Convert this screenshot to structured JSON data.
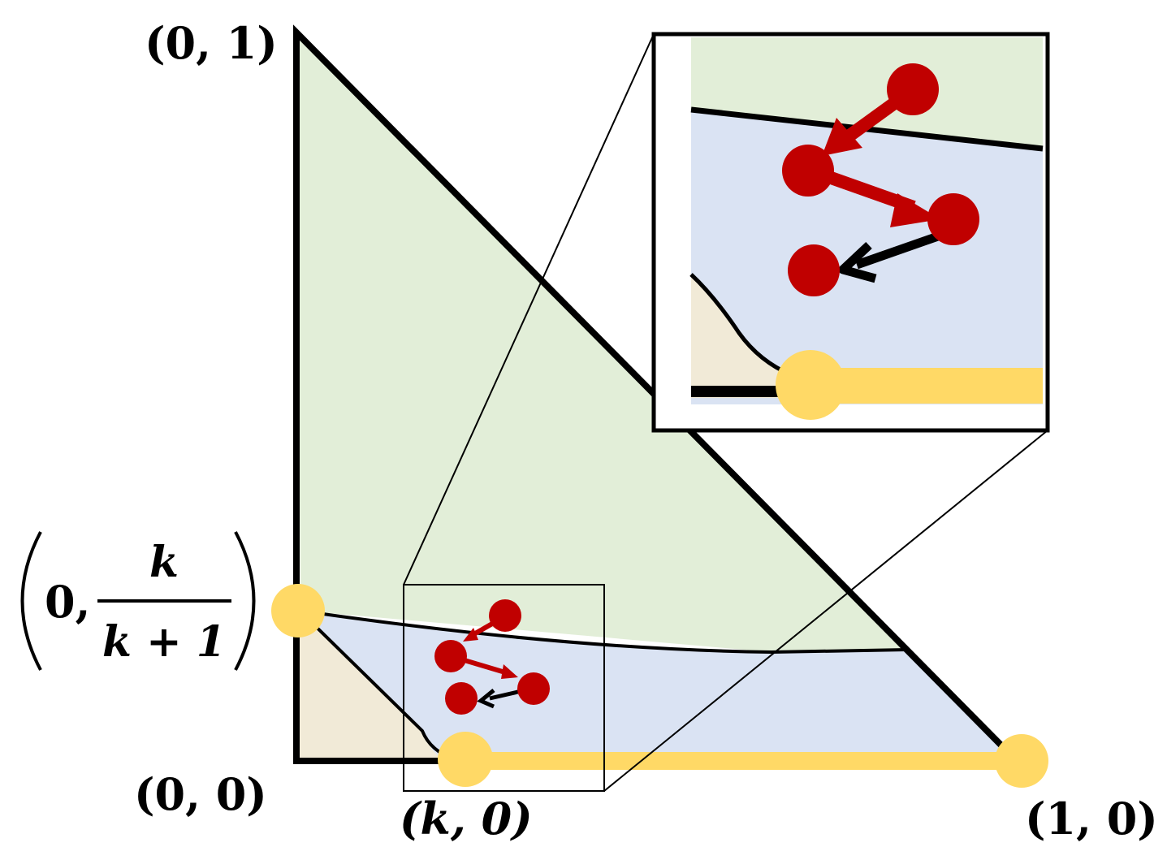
{
  "labels": {
    "top_vertex": "(0, 1)",
    "origin": "(0, 0)",
    "k_point": "(k, 0)",
    "right_vertex": "(1, 0)",
    "left_point_prefix": "0,",
    "left_point_num": "k",
    "left_point_den": "k + 1"
  },
  "colors": {
    "green_region": "#e2eed8",
    "blue_region": "#dae3f3",
    "tan_region": "#f1ead7",
    "yellow": "#ffd966",
    "red": "#c00000",
    "black": "#000000"
  }
}
